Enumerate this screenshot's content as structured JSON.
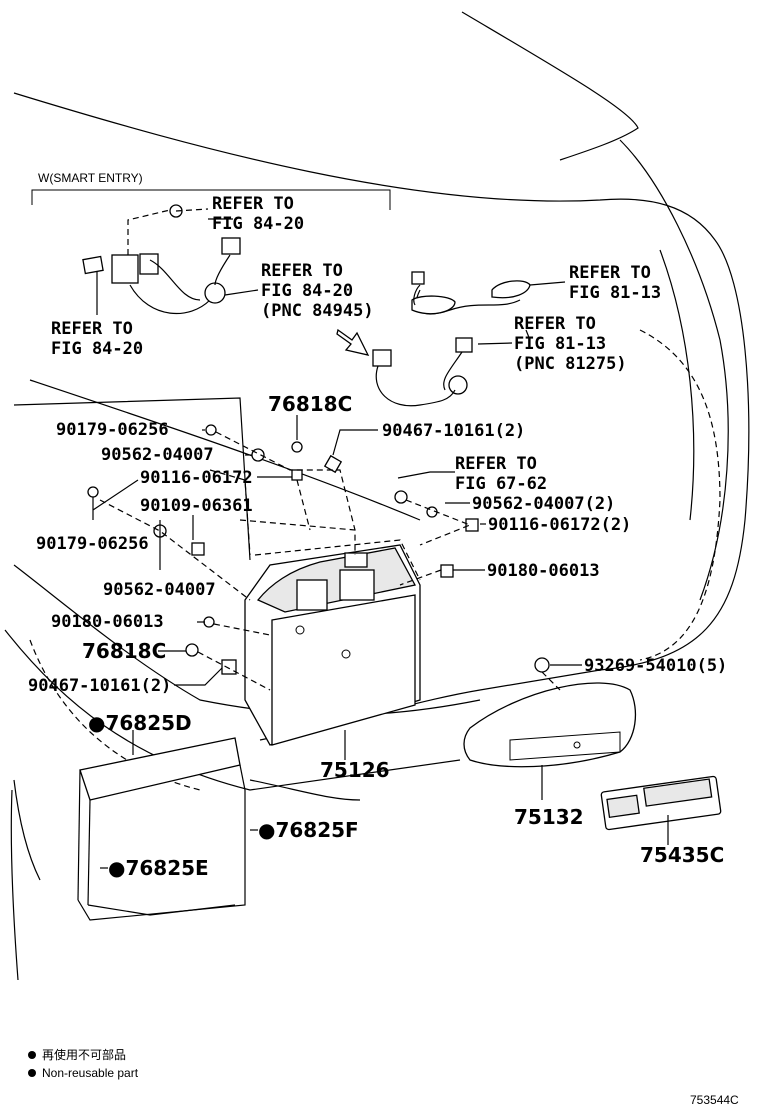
{
  "smart_entry_label": "W(SMART ENTRY)",
  "callouts": {
    "refer_84_20_a": [
      "REFER TO",
      "FIG 84-20"
    ],
    "refer_84_20_b": [
      "REFER TO",
      "FIG 84-20",
      "(PNC 84945)"
    ],
    "refer_84_20_c": [
      "REFER TO",
      "FIG 84-20"
    ],
    "refer_81_13_a": [
      "REFER TO",
      "FIG 81-13"
    ],
    "refer_81_13_b": [
      "REFER TO",
      "FIG 81-13",
      "(PNC 81275)"
    ],
    "refer_67_62": [
      "REFER TO",
      "FIG 67-62"
    ]
  },
  "parts": {
    "p76818c_top": "76818C",
    "p90179_06256_a": "90179-06256",
    "p90467_10161_top": "90467-10161(2)",
    "p90562_04007_a": "90562-04007",
    "p90116_06172_a": "90116-06172",
    "p90109_06361": "90109-06361",
    "p90179_06256_b": "90179-06256",
    "p90562_04007_b": "90562-04007",
    "p90562_04007_c": "90562-04007(2)",
    "p90116_06172_b": "90116-06172(2)",
    "p90180_06013_a": "90180-06013",
    "p90180_06013_b": "90180-06013",
    "p76818c_bottom": "76818C",
    "p93269_54010": "93269-54010(5)",
    "p90467_10161_bottom": "90467-10161(2)",
    "p76825d": "●76825D",
    "p75126": "75126",
    "p75132": "75132",
    "p76825f": "●76825F",
    "p76825e": "●76825E",
    "p75435c": "75435C"
  },
  "legend": {
    "jp": "再使用不可部品",
    "en": "Non-reusable part"
  },
  "figure_code": "753544C"
}
